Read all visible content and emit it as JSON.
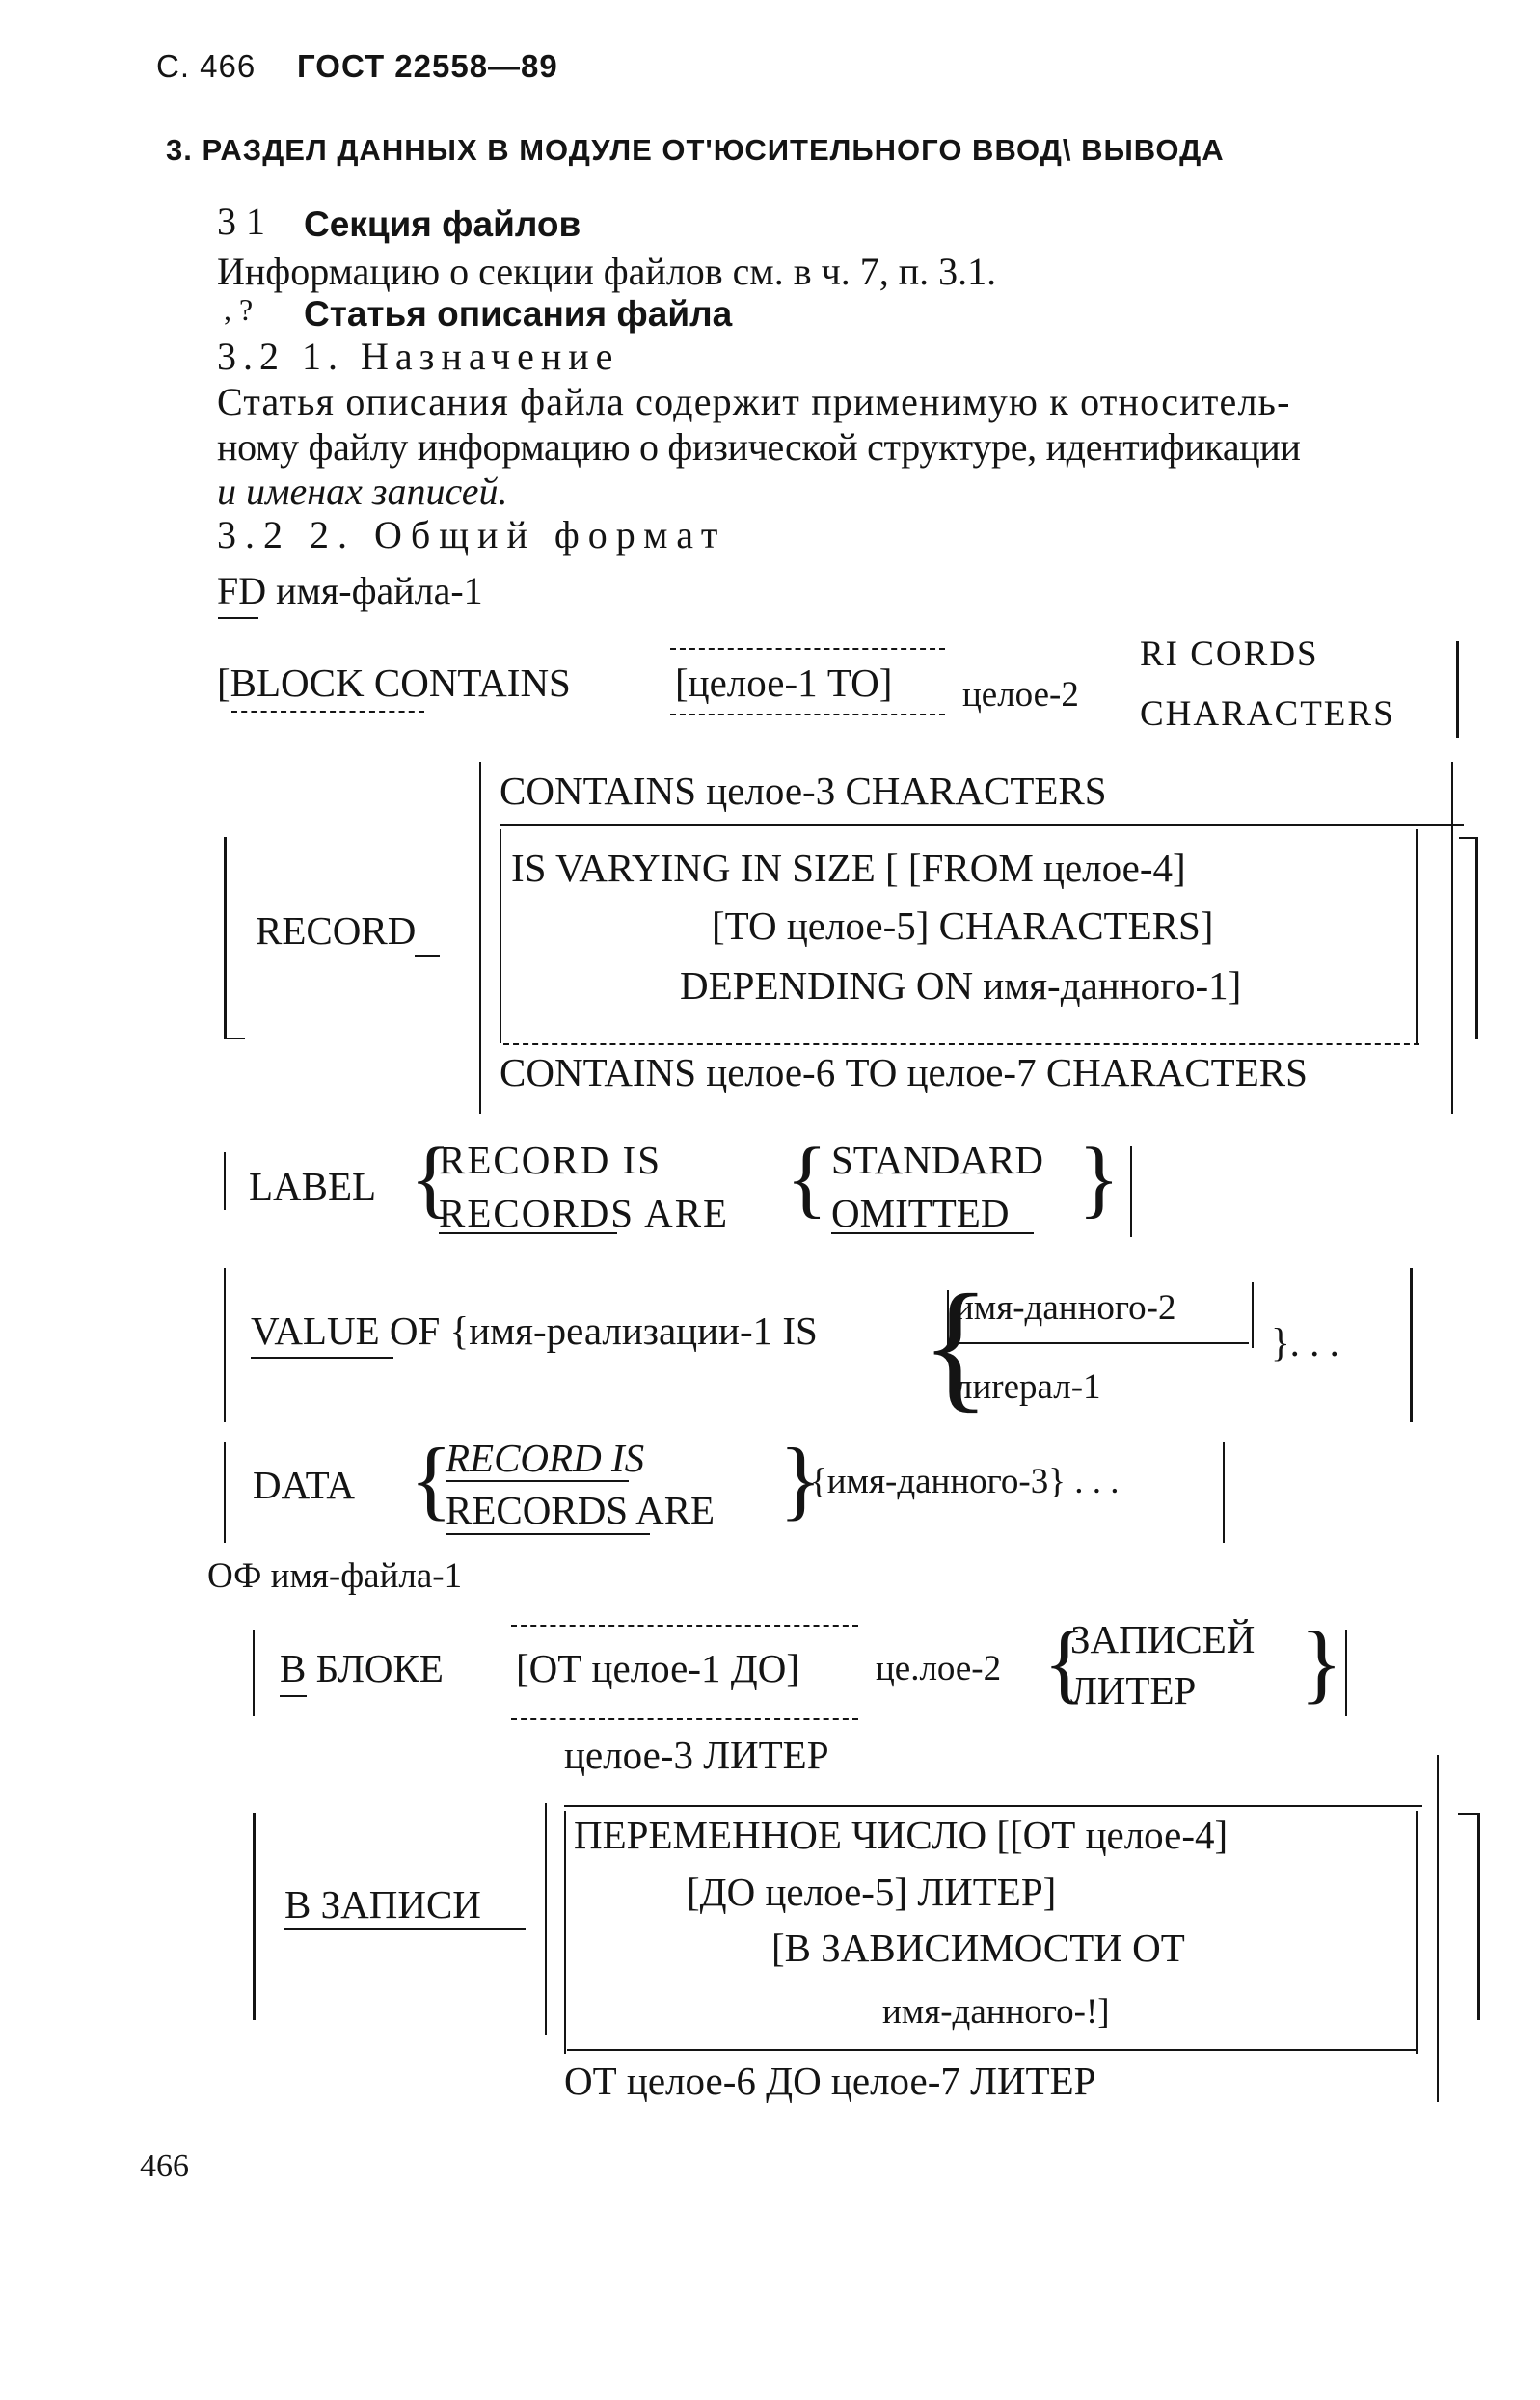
{
  "header": {
    "page_label": "С. 466",
    "standard": "ГОСТ 22558—89"
  },
  "section_title": "3. РАЗДЕЛ ДАННЫХ В МОДУЛЕ ОТ'ЮСИТЕЛЬНОГО ВВОД\\ ВЫВОДА",
  "s31": {
    "number": "3 1",
    "title": "Секция файлов",
    "text": "Информацию о секции файлов см. в ч. 7, п. 3.1."
  },
  "s32": {
    "number": ", ?",
    "title": "Статья описания файла"
  },
  "s321": {
    "heading": "3.2 1. Назначение",
    "line1": "Статья описания файла содержит применимую к относитель-",
    "line2": "ному файлу информацию о физической структуре, идентификации",
    "line3": "и именах записей."
  },
  "s322": {
    "heading": "3.2 2. Общий формат"
  },
  "format_en": {
    "fd": "FD имя-файла-1",
    "block": {
      "kw": "[BLOCK CONTAINS",
      "opt": "[целое-1 TO]",
      "int": "целое-2",
      "opt1": "RI CORDS",
      "opt2": "CHARACTERS"
    },
    "record": {
      "kw": "RECORD",
      "alt1": "CONTAINS целое-3 CHARACTERS",
      "alt2_l1": "IS VARYING IN SIZE [ [FROM целое-4]",
      "alt2_l2": "[TO целое-5] CHARACTERS]",
      "alt2_l3": "DEPENDING ON имя-данного-1]",
      "alt3": "CONTAINS целое-6 TO целое-7 CHARACTERS"
    },
    "label": {
      "kw": "LABEL",
      "a1": "RECORD IS",
      "a2": "RECORDS ARE",
      "b1": "STANDARD",
      "b2": "OMITTED"
    },
    "value": {
      "kw": "VALUE OF {имя-реализации-1 IS",
      "a1": "имя-данного-2",
      "a2": "лиrерал-1",
      "tail": "}. . ."
    },
    "data": {
      "kw": "DATA",
      "a1": "RECORD IS",
      "a2": "RECORDS ARE",
      "tail": "{имя-данного-3} . . ."
    }
  },
  "format_ru": {
    "of": "ОФ имя-файла-1",
    "block": {
      "kw": "В БЛОКЕ",
      "opt": "[ОТ целое-1 ДО]",
      "int": "це.лое-2",
      "opt1": "ЗАПИСЕЙ",
      "opt2": "ЛИТЕР"
    },
    "record": {
      "kw": "В ЗАПИСИ",
      "alt1": "целое-3 ЛИТЕР",
      "alt2_l1": "ПЕРЕМЕННОЕ ЧИСЛО [[ОТ целое-4]",
      "alt2_l2": "[ДО целое-5] ЛИТЕР]",
      "alt2_l3": "[В ЗАВИСИМОСТИ ОТ",
      "alt2_l4": "имя-данного-!]",
      "alt3": "ОТ целое-6 ДО целое-7 ЛИТЕР"
    }
  },
  "footer": {
    "page_number": "466"
  }
}
